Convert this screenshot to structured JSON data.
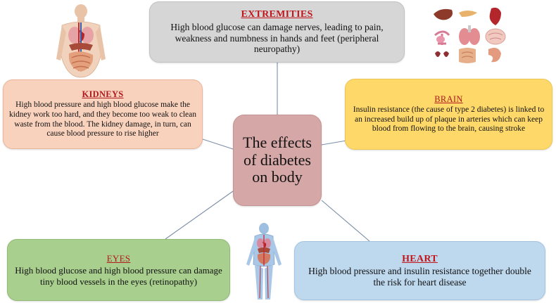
{
  "center": {
    "lines": [
      "The effects",
      "of diabetes",
      "on body"
    ]
  },
  "boxes": {
    "extremities": {
      "title": "EXTREMITIES",
      "text": "High blood glucose can damage nerves, leading to pain, weakness and numbness in hands and feet (peripheral neuropathy)"
    },
    "kidneys": {
      "title": "KIDNEYS",
      "text": "High blood pressure and high blood glucose make the kidney work too hard, and they become too weak to clean waste from the blood. The kidney damage, in turn, can cause blood pressure to rise higher"
    },
    "brain": {
      "title": "BRAIN",
      "text": "Insulin resistance (the cause of type 2 diabetes) is linked to an increased build up of plaque in arteries which can keep blood from flowing to the brain, causing stroke"
    },
    "eyes": {
      "title": "EYES",
      "text": "High blood glucose and high blood pressure can damage tiny blood vessels in the eyes (retinopathy)"
    },
    "heart": {
      "title": "HEART",
      "text": "High blood pressure and insulin resistance together double the risk for heart disease"
    }
  },
  "colors": {
    "extremities": "#d6d6d6",
    "kidneys": "#f9d2bd",
    "brain": "#fed96a",
    "center": "#d6a7a7",
    "eyes": "#a9cf8e",
    "heart": "#bed8ee",
    "title_red": "#c0151b",
    "connector": "#7b8fa8"
  },
  "illustrations": [
    "torso-anatomy-illustration",
    "organs-collection-illustration",
    "full-body-anatomy-illustration"
  ]
}
